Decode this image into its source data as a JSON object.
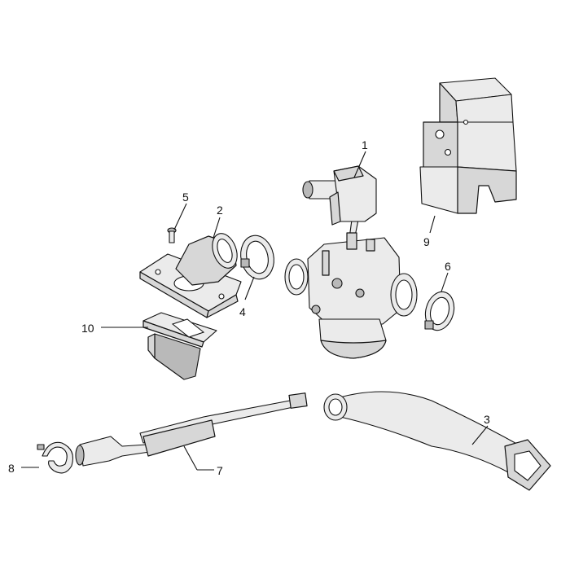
{
  "callouts": {
    "c1": "1",
    "c2": "2",
    "c3": "3",
    "c4": "4",
    "c5": "5",
    "c6": "6",
    "c7": "7",
    "c8": "8",
    "c9": "9",
    "c10": "10"
  },
  "colors": {
    "line": "#111111",
    "fill": "#d7d7d7",
    "background": "#ffffff"
  }
}
